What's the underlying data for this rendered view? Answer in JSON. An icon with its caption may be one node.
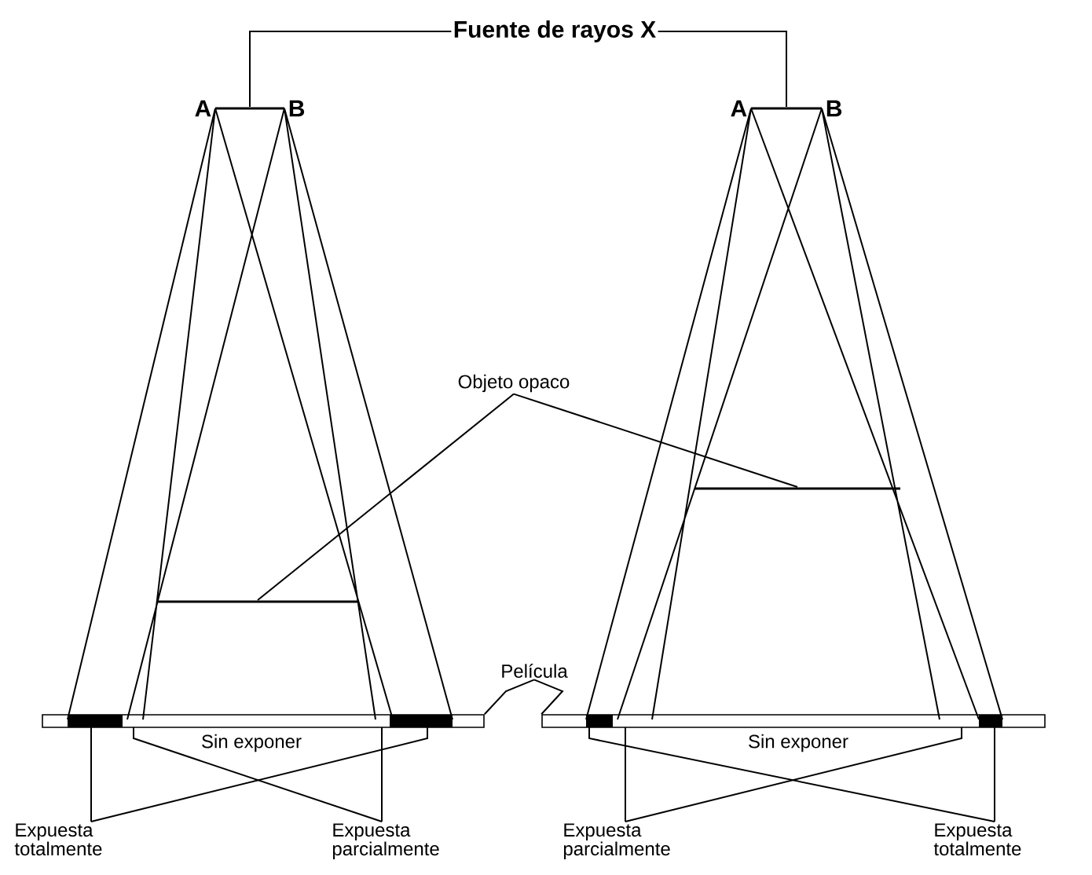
{
  "diagram": {
    "nodes": [
      {
        "text": [
          "Fuente de rayos X"
        ]
      },
      {
        "text": [],
        "shape": "bar",
        "beside": [
          "A",
          "B"
        ]
      },
      {
        "text": [],
        "shape": "bar",
        "beside": [
          "A",
          "B"
        ]
      },
      {
        "text": [
          "Objeto opaco"
        ]
      },
      {
        "text": [],
        "shape": "bar"
      },
      {
        "text": [],
        "shape": "bar"
      },
      {
        "text": [
          "Película"
        ]
      },
      {
        "text": [],
        "shape": "bar"
      },
      {
        "text": [],
        "shape": "bar"
      },
      {
        "text": [
          "Expuesta totalmente"
        ]
      },
      {
        "text": [
          "Expuesta parcialmente"
        ]
      },
      {
        "text": [
          "Expuesta parcialmente"
        ]
      },
      {
        "text": [
          "Expuesta totalmente"
        ]
      }
    ],
    "edges": [
      {
        "from": 0,
        "to": 1,
        "arrow": "none"
      },
      {
        "from": 0,
        "to": 2,
        "arrow": "none"
      },
      {
        "from": 3,
        "to": 4,
        "arrow": "none"
      },
      {
        "from": 3,
        "to": 5,
        "arrow": "none"
      },
      {
        "from": 6,
        "to": 7,
        "arrow": "none"
      },
      {
        "from": 6,
        "to": 8,
        "arrow": "none"
      },
      {
        "from": 9,
        "to": 7,
        "arrow": "none"
      },
      {
        "from": 9,
        "to": 7,
        "arrow": "none"
      },
      {
        "from": 10,
        "to": 7,
        "arrow": "none"
      },
      {
        "from": 10,
        "to": 7,
        "arrow": "none"
      },
      {
        "from": 11,
        "to": 8,
        "arrow": "none"
      },
      {
        "from": 11,
        "to": 8,
        "arrow": "none"
      },
      {
        "from": 12,
        "to": 8,
        "arrow": "none"
      },
      {
        "from": 12,
        "to": 8,
        "arrow": "none"
      }
    ],
    "labels": [
      "Sin exponer",
      "Sin exponer"
    ]
  }
}
